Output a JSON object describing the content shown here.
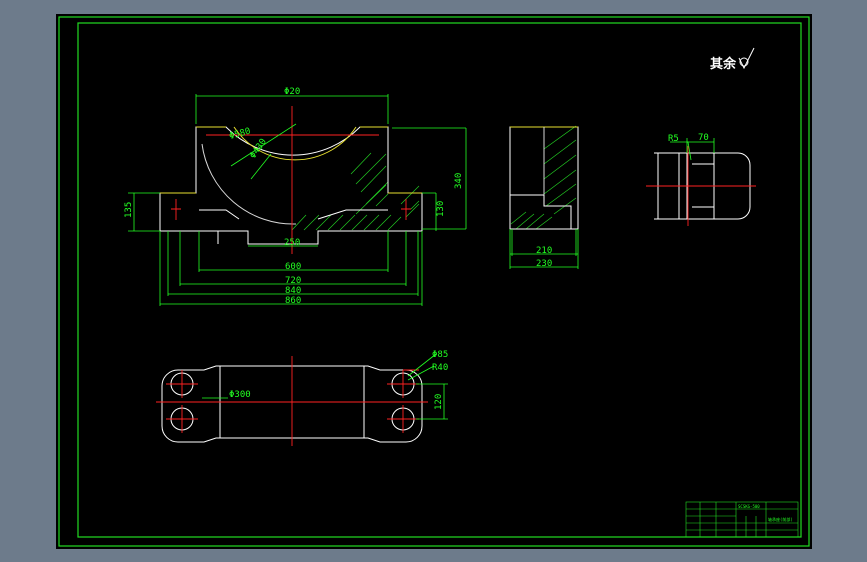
{
  "drawing": {
    "surface_note": "其余",
    "front_view": {
      "width_top": "Φ20",
      "outer_bore": "Φ580",
      "inner_bore": "Φ430",
      "height_total": "340",
      "base_height": "135",
      "base_height_right": "130",
      "slot_width": "250",
      "inner_span": "600",
      "mid_span": "720",
      "wide_span": "840",
      "overall_span": "860"
    },
    "side_view": {
      "inner_width": "210",
      "outer_width": "230"
    },
    "detail_view": {
      "radius": "R5",
      "width": "70"
    },
    "top_view": {
      "bore": "Φ300",
      "hole": "Φ85",
      "hole_radius": "R40",
      "spacing": "120"
    },
    "title_block": {
      "drawing_number": "SCSKG-500",
      "part_name": "轴承座(前部)"
    }
  },
  "colors": {
    "frame": "#22dd22",
    "dimension": "#22ff22",
    "centerline": "#ff2222",
    "object": "#ffffff",
    "background": "#000000"
  }
}
